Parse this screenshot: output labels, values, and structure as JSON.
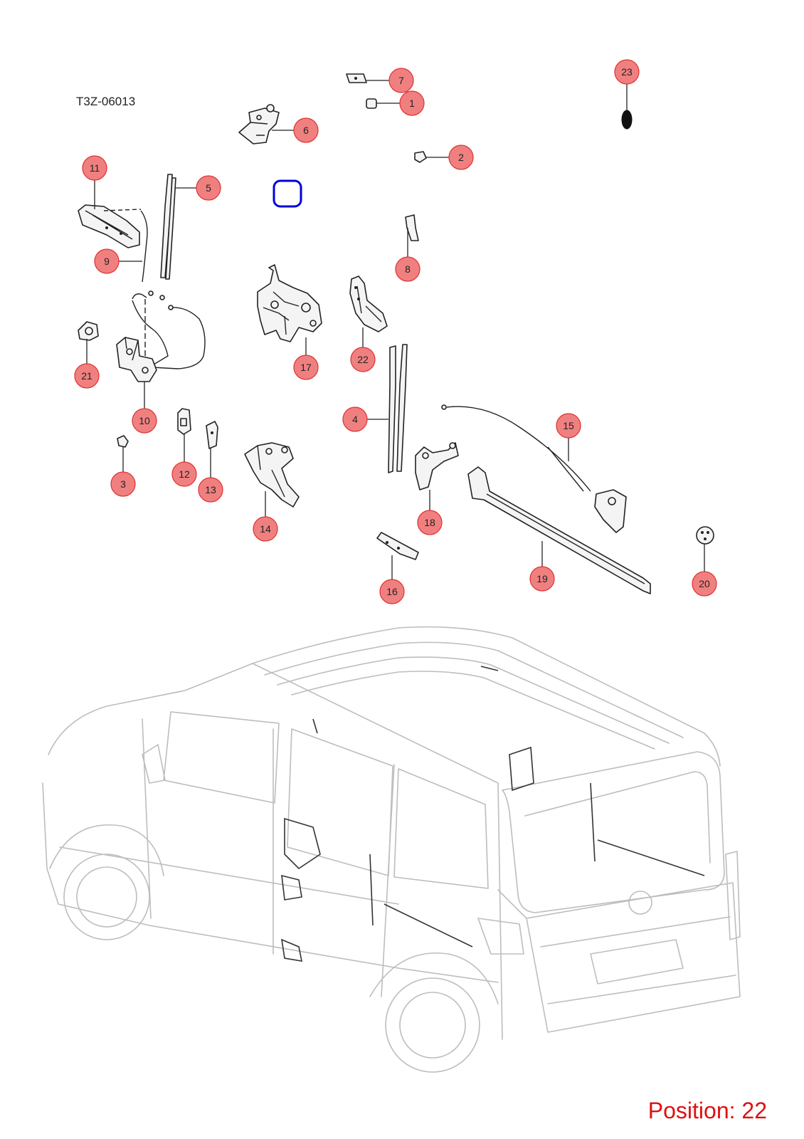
{
  "diagram_code": "T3Z-06013",
  "position_label": "Position: 22",
  "colors": {
    "callout_fill": "#f08080",
    "callout_stroke": "#e03030",
    "position_text": "#e01010",
    "selection_ring": "#0000dd",
    "van_outline": "#bdbdbd"
  },
  "callouts": [
    {
      "number": "1"
    },
    {
      "number": "2"
    },
    {
      "number": "3"
    },
    {
      "number": "4"
    },
    {
      "number": "5"
    },
    {
      "number": "6"
    },
    {
      "number": "7"
    },
    {
      "number": "8"
    },
    {
      "number": "9"
    },
    {
      "number": "10"
    },
    {
      "number": "11"
    },
    {
      "number": "12"
    },
    {
      "number": "13"
    },
    {
      "number": "14"
    },
    {
      "number": "15"
    },
    {
      "number": "16"
    },
    {
      "number": "17"
    },
    {
      "number": "18"
    },
    {
      "number": "19"
    },
    {
      "number": "20"
    },
    {
      "number": "21"
    },
    {
      "number": "22"
    },
    {
      "number": "23"
    }
  ]
}
